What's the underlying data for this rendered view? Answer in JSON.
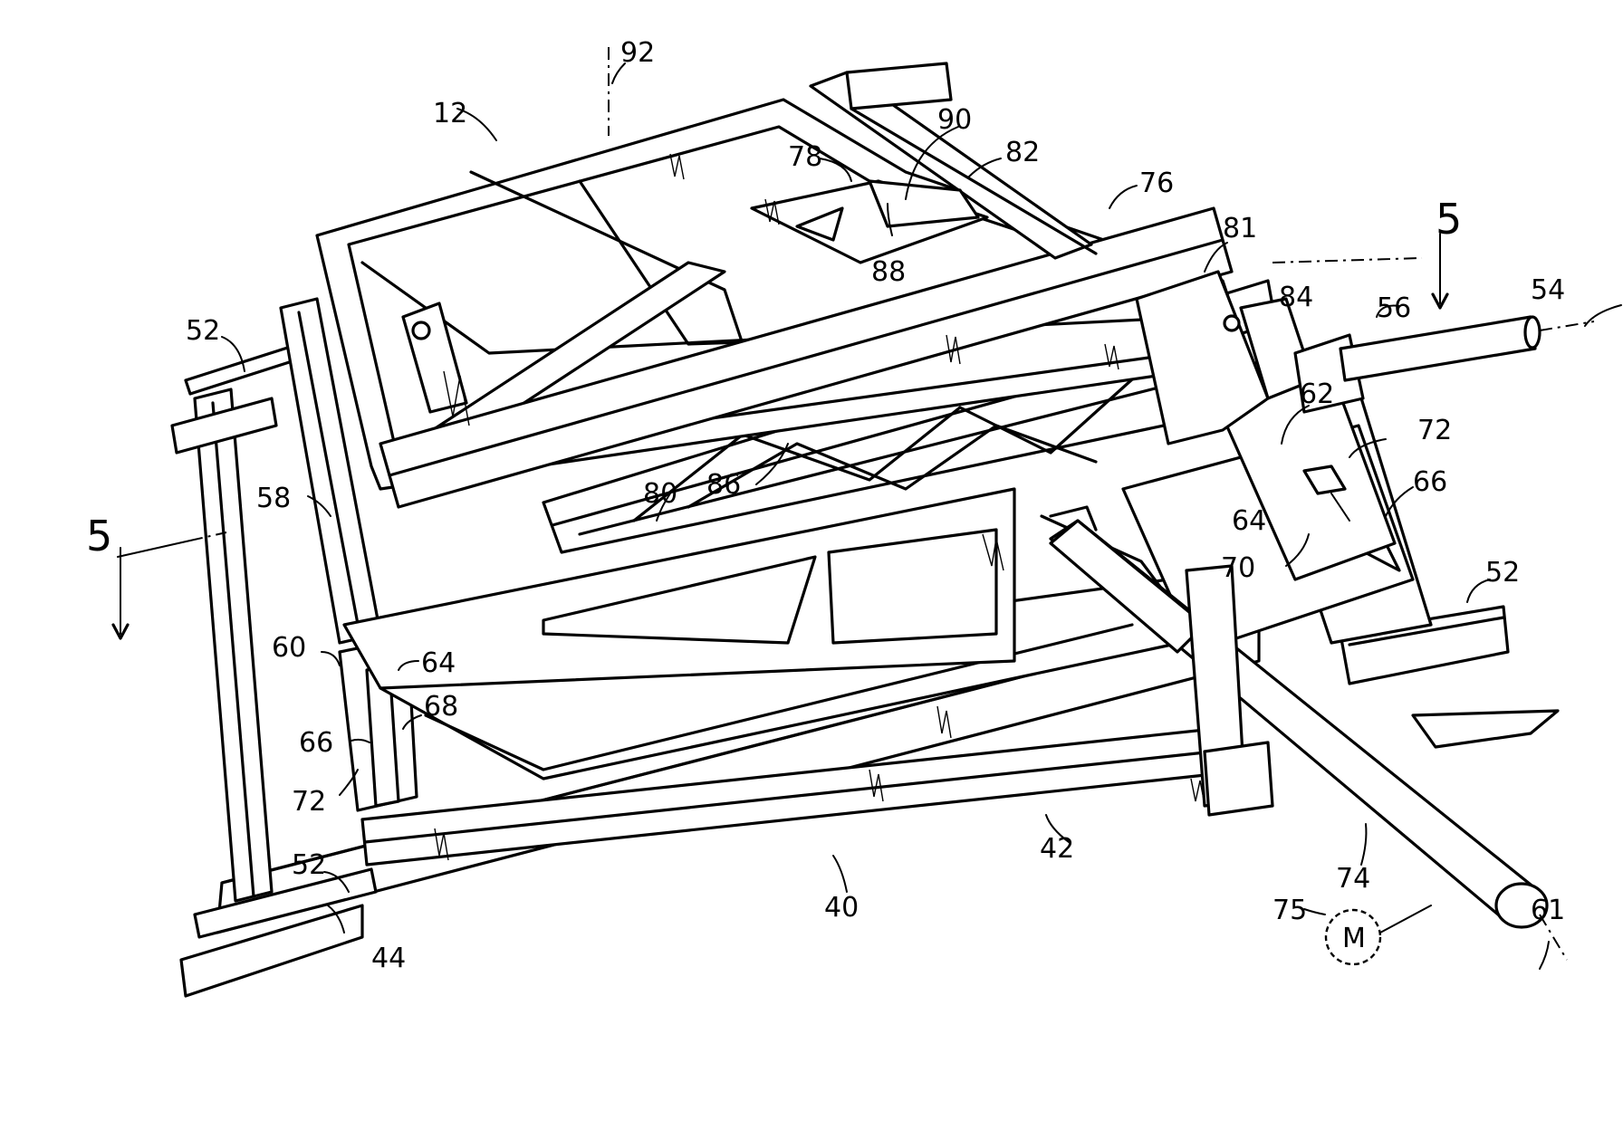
{
  "labels": {
    "n12": "12",
    "n92": "92",
    "n90": "90",
    "n82": "82",
    "n78": "78",
    "n76": "76",
    "n88": "88",
    "n81": "81",
    "sec5_right": "5",
    "n54": "54",
    "n56": "56",
    "n84": "84",
    "n52_top_left": "52",
    "n62": "62",
    "n72_right": "72",
    "n66_right": "66",
    "n64_right": "64",
    "n70": "70",
    "n58": "58",
    "n80": "80",
    "n86": "86",
    "sec5_left": "5",
    "n52_right": "52",
    "n60": "60",
    "n64_left": "64",
    "n68": "68",
    "n66_left": "66",
    "n72_left": "72",
    "n52_bottom_left": "52",
    "n42": "42",
    "n74": "74",
    "n40": "40",
    "n75": "75",
    "motor": "M",
    "n61": "61",
    "n44": "44"
  }
}
